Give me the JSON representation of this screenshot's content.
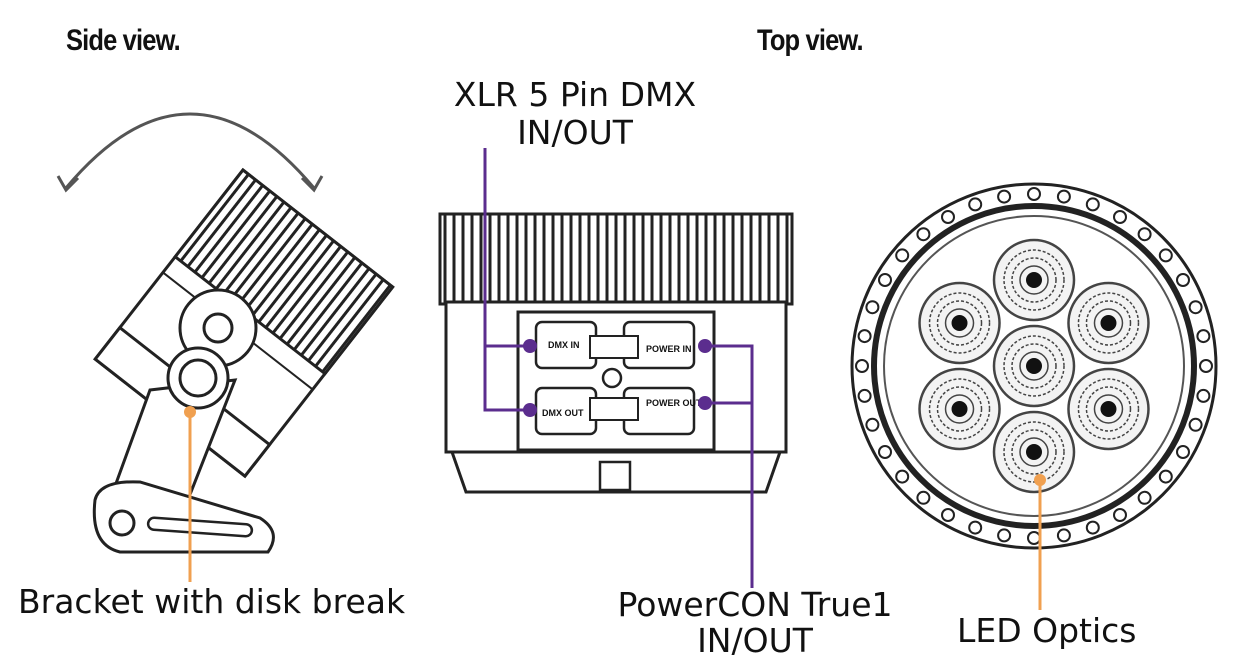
{
  "titles": {
    "side_view": "Side view.",
    "top_view": "Top view."
  },
  "callouts": {
    "xlr_line1": "XLR 5 Pin DMX",
    "xlr_line2": "IN/OUT",
    "powercon_line1": "PowerCON True1",
    "powercon_line2": "IN/OUT",
    "bracket": "Bracket with disk break",
    "led_optics": "LED Optics"
  },
  "panel_labels": {
    "dmx_in": "DMX IN",
    "dmx_out": "DMX OUT",
    "power_in": "POWER IN",
    "power_out": "POWER OUT"
  },
  "colors": {
    "purple_leader": "#5b2d8e",
    "orange_leader": "#f0a050",
    "line_art": "#222222",
    "arrow": "#555555"
  }
}
